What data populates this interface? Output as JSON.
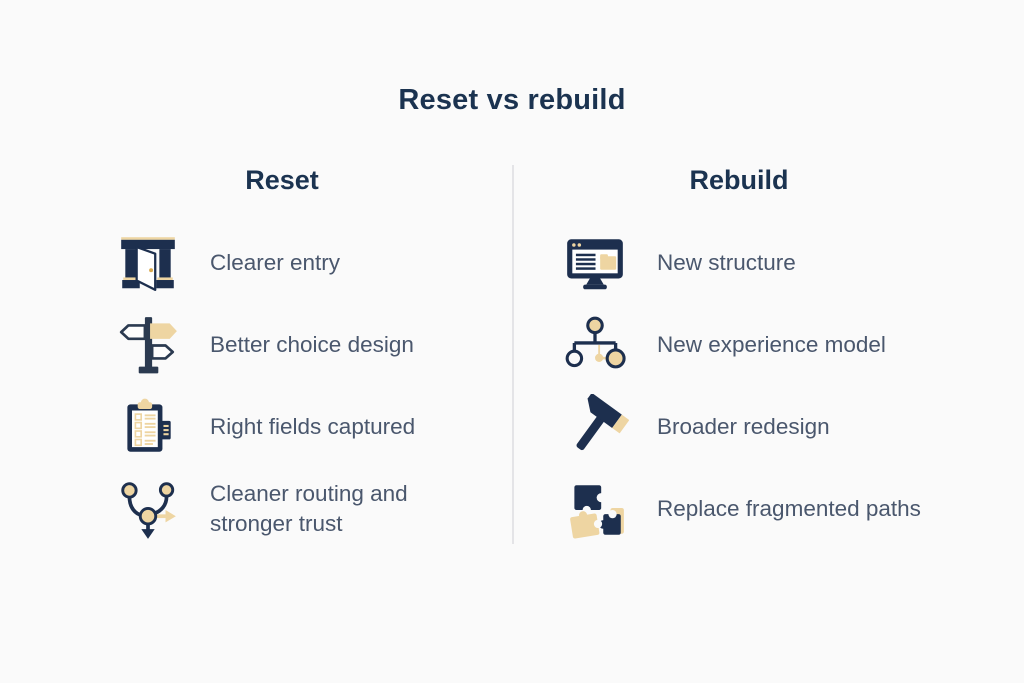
{
  "title": "Reset vs rebuild",
  "colors": {
    "navy": "#1d2f4e",
    "gold": "#eed5a2",
    "gold_dark": "#d9a94e",
    "heading_text": "#1b3350",
    "label_text": "#4a576d",
    "divider": "#e4e4e7",
    "background": "#fafafa"
  },
  "columns": [
    {
      "header": "Reset",
      "items": [
        {
          "icon": "door-icon",
          "label": "Clearer entry"
        },
        {
          "icon": "signpost-icon",
          "label": "Better choice design"
        },
        {
          "icon": "clipboard-icon",
          "label": "Right fields captured"
        },
        {
          "icon": "routing-icon",
          "label": "Cleaner routing and stronger trust"
        }
      ]
    },
    {
      "header": "Rebuild",
      "items": [
        {
          "icon": "browser-icon",
          "label": "New structure"
        },
        {
          "icon": "org-chart-icon",
          "label": "New experience model"
        },
        {
          "icon": "hammer-icon",
          "label": "Broader redesign"
        },
        {
          "icon": "puzzle-icon",
          "label": "Replace fragmented paths"
        }
      ]
    }
  ]
}
